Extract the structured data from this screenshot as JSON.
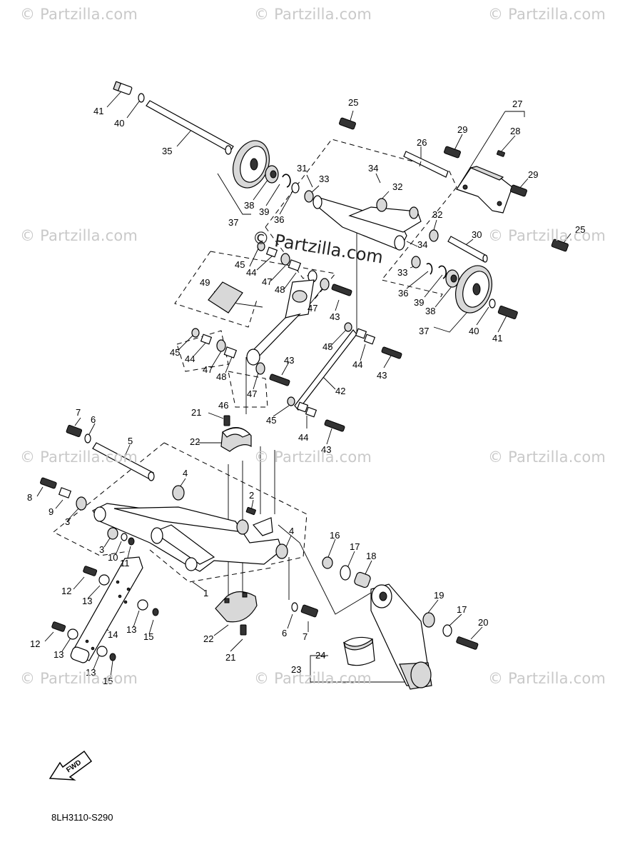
{
  "watermarks": [
    {
      "id": "wm-1",
      "text": "© Partzilla.com"
    },
    {
      "id": "wm-2",
      "text": "© Partzilla.com"
    },
    {
      "id": "wm-3",
      "text": "© Partzilla.com"
    },
    {
      "id": "wm-4",
      "text": "© Partzilla.com"
    },
    {
      "id": "wm-5",
      "text": "© Partzilla.com"
    },
    {
      "id": "wm-6",
      "text": "© Partzilla.com"
    },
    {
      "id": "wm-7",
      "text": "© Partzilla.com"
    },
    {
      "id": "wm-8",
      "text": "© Partzilla.com"
    },
    {
      "id": "wm-9",
      "text": "© Partzilla.com"
    }
  ],
  "center_watermark": "© Partzilla.com",
  "diagram_code": "8LH3110-S290",
  "fwd_label": "FWD",
  "callouts": [
    "41",
    "40",
    "35",
    "38",
    "39",
    "37",
    "36",
    "31",
    "33",
    "34",
    "32",
    "25",
    "26",
    "29",
    "27",
    "28",
    "29",
    "32",
    "30",
    "25",
    "34",
    "33",
    "36",
    "39",
    "38",
    "37",
    "40",
    "41",
    "45",
    "44",
    "47",
    "48",
    "49",
    "47",
    "43",
    "45",
    "44",
    "47",
    "48",
    "46",
    "47",
    "43",
    "45",
    "44",
    "42",
    "43",
    "45",
    "44",
    "43",
    "7",
    "6",
    "5",
    "21",
    "22",
    "8",
    "9",
    "3",
    "4",
    "2",
    "3",
    "10",
    "11",
    "4",
    "1",
    "16",
    "17",
    "18",
    "12",
    "13",
    "13",
    "15",
    "19",
    "17",
    "20",
    "6",
    "7",
    "12",
    "13",
    "14",
    "13",
    "15",
    "22",
    "21",
    "24",
    "23"
  ],
  "colors": {
    "line": "#000000",
    "fill": "#ffffff",
    "shade": "#d8d8d8",
    "watermark": "#c9c9c9"
  }
}
